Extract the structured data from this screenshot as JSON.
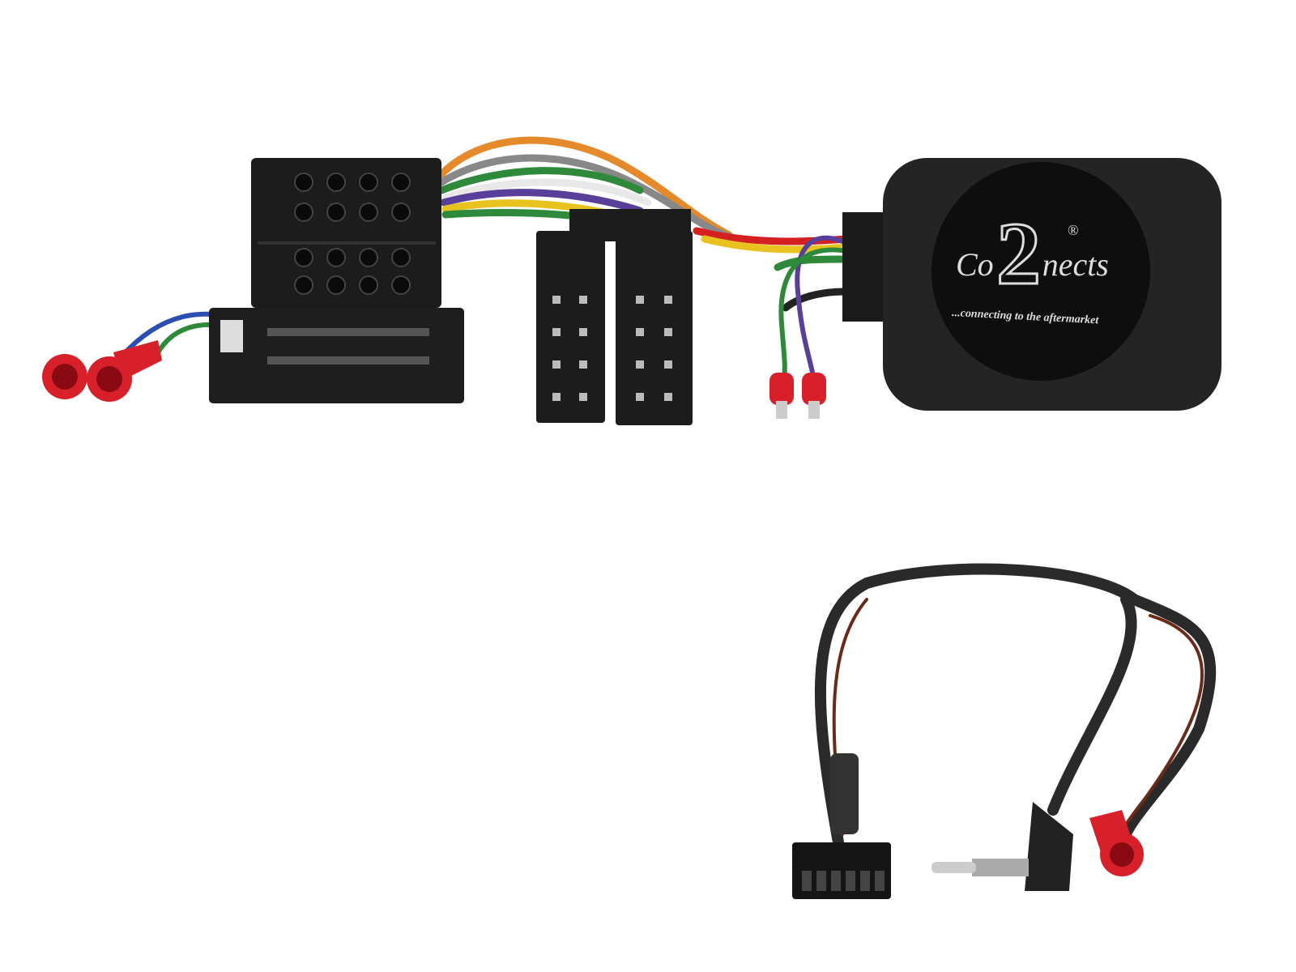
{
  "logo": {
    "brand_left": "Co",
    "brand_digit": "2",
    "brand_right": "nects",
    "registered": "®",
    "tagline": "...connecting to the aftermarket"
  },
  "colors": {
    "connector": "#1c1c1c",
    "module": "#222222",
    "bullet": "#d8202a",
    "cable": "#2a2a2a",
    "wire_orange": "#e58a2a",
    "wire_yellow": "#e8c21e",
    "wire_green": "#2e8a3a",
    "wire_purple": "#5a3f9a",
    "wire_blue": "#2a4fb0",
    "wire_red": "#d42020",
    "wire_white": "#e8e8e8",
    "wire_brown": "#6a2a1a"
  }
}
